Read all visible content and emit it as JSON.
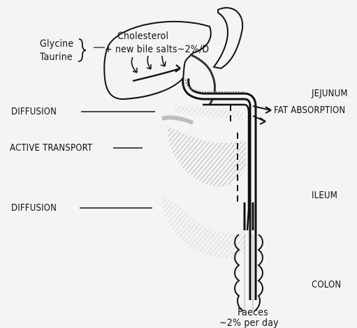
{
  "labels": {
    "glycine": "Glycine",
    "taurine": "Taurine",
    "cholesterol": "Cholesterol",
    "new_bile_salts": "+ new bile salts~2%/D",
    "jejunum": "JEJUNUM",
    "fat_absorption": "FAT ABSORPTION",
    "diffusion_upper": "DIFFUSION",
    "active_transport": "ACTIVE TRANSPORT",
    "ileum": "ILEUM",
    "diffusion_lower": "DIFFUSION",
    "colon": "COLON",
    "faeces": "Faeces",
    "faeces_rate": "~2% per day"
  }
}
